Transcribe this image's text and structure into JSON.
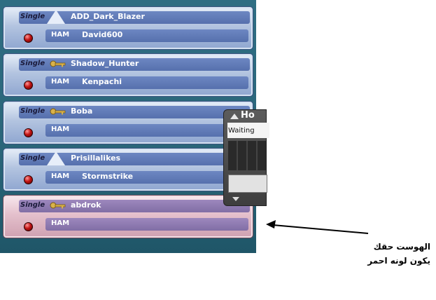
{
  "rooms": [
    {
      "mode": "Single",
      "command": "HAM",
      "player1": "ADD_Dark_Blazer",
      "player2": "David600",
      "host_icon": "triangle-icon",
      "state": "normal"
    },
    {
      "mode": "Single",
      "command": "HAM",
      "player1": "Shadow_Hunter",
      "player2": "Kenpachi",
      "host_icon": "key-icon",
      "state": "normal"
    },
    {
      "mode": "Single",
      "command": "HAM",
      "player1": "Boba",
      "player2": "",
      "host_icon": "key-icon",
      "state": "normal"
    },
    {
      "mode": "Single",
      "command": "HAM",
      "player1": "Prisillalikes",
      "player2": "Stormstrike",
      "host_icon": "triangle-icon",
      "state": "normal"
    },
    {
      "mode": "Single",
      "command": "HAM",
      "player1": "abdrok",
      "player2": "",
      "host_icon": "key-icon",
      "state": "highlighted"
    }
  ],
  "dialog": {
    "title": "Ho",
    "status": "Waiting"
  },
  "annotation": {
    "line1": "الهوست حقك",
    "line2": "يكون لونه احمر"
  },
  "colors": {
    "panel": "#2a6579",
    "room_normal": "#8fa6d0",
    "room_highlighted": "#cfa1b1",
    "arrow": "#000000"
  }
}
